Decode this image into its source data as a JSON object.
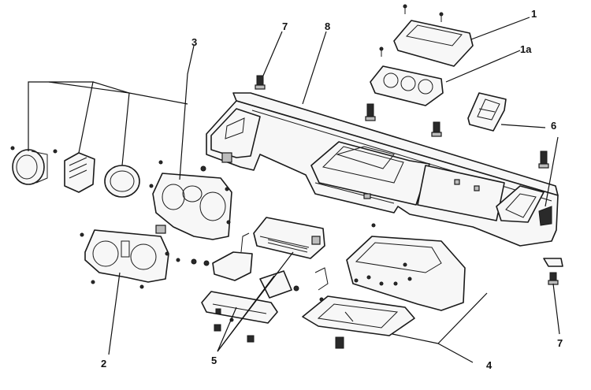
{
  "callouts": [
    {
      "id": "c1",
      "label": "1"
    },
    {
      "id": "c1a",
      "label": "1a"
    },
    {
      "id": "c2",
      "label": "2"
    },
    {
      "id": "c3",
      "label": "3"
    },
    {
      "id": "c4",
      "label": "4"
    },
    {
      "id": "c5",
      "label": "5"
    },
    {
      "id": "c6",
      "label": "6"
    },
    {
      "id": "c7a",
      "label": "7"
    },
    {
      "id": "c7b",
      "label": "7"
    },
    {
      "id": "c8",
      "label": "8"
    }
  ]
}
